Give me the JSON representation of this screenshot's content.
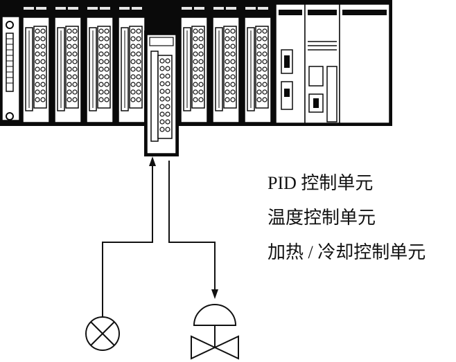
{
  "labels": {
    "line1": "PID 控制单元",
    "line2": "温度控制单元",
    "line3": "加热 / 冷却控制单元"
  },
  "diagram": {
    "modules": [
      "io-module",
      "io-module",
      "io-module",
      "io-module",
      "control-unit",
      "io-module",
      "io-module",
      "io-module",
      "power-supply",
      "cpu-unit"
    ],
    "sensor_icon": "temperature-sensor-icon",
    "valve_icon": "control-valve-icon",
    "line_color": "#111111",
    "rack_color": "#0a0a0a"
  }
}
